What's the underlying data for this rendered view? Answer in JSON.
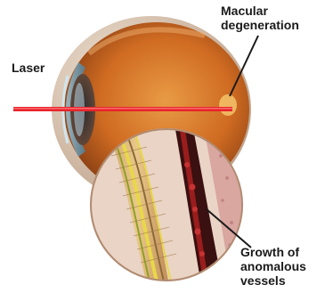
{
  "labels": {
    "laser": "Laser",
    "macular": [
      "Macular",
      "degeneration"
    ],
    "growth": [
      "Growth of",
      "anomalous",
      "vessels"
    ]
  },
  "colors": {
    "laser_beam": "#e8232a",
    "eye_orange": "#d9782a",
    "eye_dark": "#7a3510",
    "lens_blue": "#7fb0c8",
    "retina_yellow": "#e8d84a",
    "vessel_red": "#9a1d1d"
  }
}
